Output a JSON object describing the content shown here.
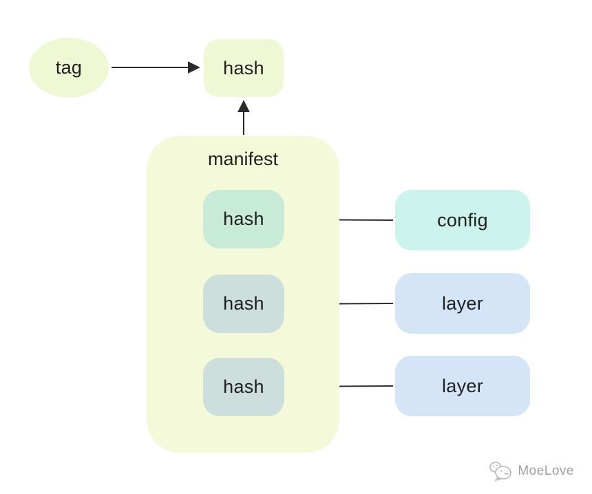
{
  "diagram": {
    "title_semantics": "container image registry structure",
    "nodes": {
      "tag": {
        "label": "tag",
        "shape": "ellipse",
        "fill": "#eff8d4"
      },
      "top_hash": {
        "label": "hash",
        "shape": "rounded-rect",
        "fill": "#eff8d4"
      },
      "manifest": {
        "label": "manifest",
        "shape": "rounded-container",
        "fill": "#f4f9da"
      },
      "manifest_hash_config": {
        "label": "hash",
        "shape": "rounded-rect",
        "fill": "#c7ebd7"
      },
      "manifest_hash_layer_1": {
        "label": "hash",
        "shape": "rounded-rect",
        "fill": "#cddfdd"
      },
      "manifest_hash_layer_2": {
        "label": "hash",
        "shape": "rounded-rect",
        "fill": "#cddfdd"
      },
      "config": {
        "label": "config",
        "shape": "rounded-rect",
        "fill": "#ccf3ec"
      },
      "layer_1": {
        "label": "layer",
        "shape": "rounded-rect",
        "fill": "#d3e5f6"
      },
      "layer_2": {
        "label": "layer",
        "shape": "rounded-rect",
        "fill": "#d3e5f6"
      }
    },
    "edges": [
      {
        "from": "tag",
        "to": "top_hash",
        "direction": "right"
      },
      {
        "from": "manifest",
        "to": "top_hash",
        "direction": "up"
      },
      {
        "from": "config",
        "to": "manifest_hash_config",
        "direction": "left"
      },
      {
        "from": "layer_1",
        "to": "manifest_hash_layer_1",
        "direction": "left"
      },
      {
        "from": "layer_2",
        "to": "manifest_hash_layer_2",
        "direction": "left"
      }
    ],
    "colors": {
      "arrow": "#2b2b2b",
      "text": "#1f1f1f",
      "watermark": "#9e9e9e"
    }
  },
  "watermark": {
    "label": "MoeLove"
  }
}
